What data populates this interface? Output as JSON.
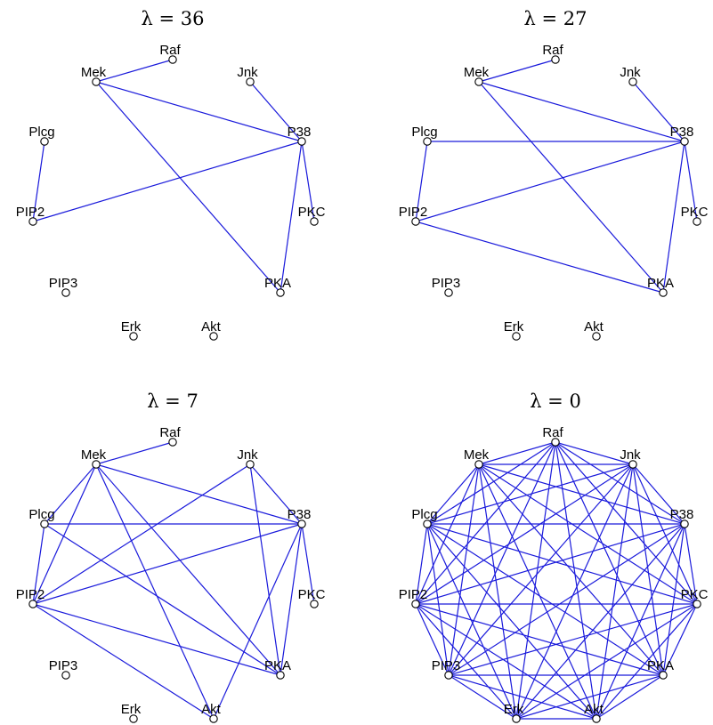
{
  "chart_data": {
    "type": "network",
    "nodes": [
      "Raf",
      "Mek",
      "Plcg",
      "PIP2",
      "PIP3",
      "Erk",
      "Akt",
      "PKA",
      "PKC",
      "P38",
      "Jnk"
    ],
    "panels": [
      {
        "title": "λ = 36",
        "lambda": 36,
        "edges": [
          [
            "Raf",
            "Mek"
          ],
          [
            "Mek",
            "P38"
          ],
          [
            "Mek",
            "PKA"
          ],
          [
            "Jnk",
            "P38"
          ],
          [
            "P38",
            "PIP2"
          ],
          [
            "P38",
            "PKC"
          ],
          [
            "P38",
            "PKA"
          ],
          [
            "Plcg",
            "PIP2"
          ]
        ]
      },
      {
        "title": "λ = 27",
        "lambda": 27,
        "edges": [
          [
            "Raf",
            "Mek"
          ],
          [
            "Mek",
            "P38"
          ],
          [
            "Mek",
            "PKA"
          ],
          [
            "Jnk",
            "P38"
          ],
          [
            "Plcg",
            "P38"
          ],
          [
            "P38",
            "PIP2"
          ],
          [
            "P38",
            "PKC"
          ],
          [
            "P38",
            "PKA"
          ],
          [
            "Plcg",
            "PIP2"
          ],
          [
            "PIP2",
            "PKA"
          ]
        ]
      },
      {
        "title": "λ = 7",
        "lambda": 7,
        "edges": [
          [
            "Raf",
            "Mek"
          ],
          [
            "Mek",
            "Plcg"
          ],
          [
            "Mek",
            "PIP2"
          ],
          [
            "Mek",
            "P38"
          ],
          [
            "Mek",
            "Akt"
          ],
          [
            "Mek",
            "PKA"
          ],
          [
            "Jnk",
            "PIP2"
          ],
          [
            "Jnk",
            "P38"
          ],
          [
            "Jnk",
            "PKA"
          ],
          [
            "Plcg",
            "P38"
          ],
          [
            "Plcg",
            "PIP2"
          ],
          [
            "Plcg",
            "PKA"
          ],
          [
            "P38",
            "PIP2"
          ],
          [
            "P38",
            "PKC"
          ],
          [
            "P38",
            "PKA"
          ],
          [
            "P38",
            "Akt"
          ],
          [
            "PIP2",
            "PKA"
          ],
          [
            "PIP2",
            "Akt"
          ]
        ]
      },
      {
        "title": "λ = 0",
        "lambda": 0,
        "edges": "complete"
      }
    ]
  }
}
